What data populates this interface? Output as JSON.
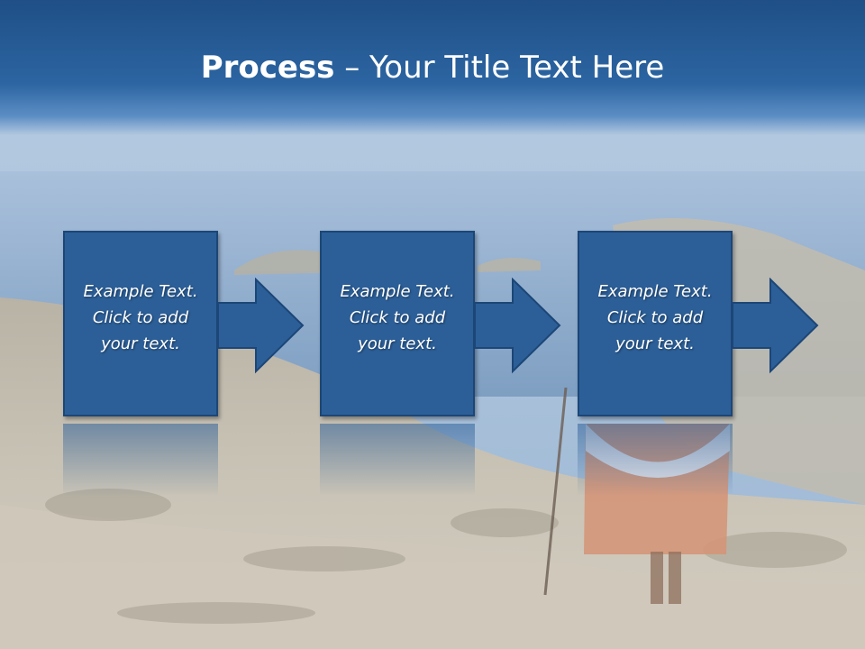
{
  "slide": {
    "title_bold": "Process",
    "title_rest": " – Your Title Text Here",
    "steps": [
      {
        "lines": [
          "Example Text.",
          "Click  to add",
          "your text."
        ]
      },
      {
        "lines": [
          "Example Text.",
          "Click  to add",
          "your text."
        ]
      },
      {
        "lines": [
          "Example Text.",
          "Click  to add",
          "your text."
        ]
      }
    ]
  },
  "colors": {
    "banner": "#2c65a2",
    "box_fill": "#2c5f98",
    "box_border": "#1c4677",
    "text": "#ffffff"
  }
}
